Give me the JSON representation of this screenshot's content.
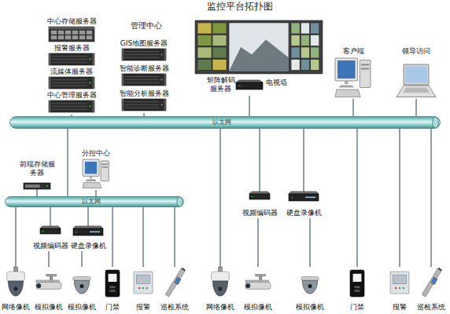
{
  "diagram": {
    "title": "监控平台拓扑图",
    "nodes": [
      {
        "text": [
          "中心存储服务器"
        ]
      },
      {
        "text": [
          "报警服务器"
        ]
      },
      {
        "text": [
          "流媒体服务器"
        ]
      },
      {
        "text": [
          "中心管理服务器"
        ]
      },
      {
        "text": [
          "GIS地图服务器"
        ]
      },
      {
        "text": [
          "智能诊断服务器"
        ]
      },
      {
        "text": [
          "智能分析服务器"
        ]
      },
      {
        "text": [
          "电视墙"
        ]
      },
      {
        "text": [
          "矩阵解码服务器"
        ]
      },
      {
        "text": [
          "客户端"
        ]
      },
      {
        "text": [
          "领导访问"
        ]
      },
      {
        "text": [
          "以太网"
        ]
      },
      {
        "text": [
          "前端存储服务器"
        ]
      },
      {
        "text": [
          "分控中心"
        ]
      },
      {
        "text": [
          "以太网"
        ]
      },
      {
        "text": [
          "视频编码器"
        ]
      },
      {
        "text": [
          "硬盘录像机"
        ]
      },
      {
        "text": [
          "视频编码器"
        ]
      },
      {
        "text": [
          "硬盘录像机"
        ]
      },
      {
        "text": [
          "网络像机"
        ]
      },
      {
        "text": [
          "模拟像机"
        ]
      },
      {
        "text": [
          "模拟像机"
        ]
      },
      {
        "text": [
          "门禁"
        ]
      },
      {
        "text": [
          "报警"
        ]
      },
      {
        "text": [
          "巡检系统"
        ]
      },
      {
        "text": [
          "网络像机"
        ]
      },
      {
        "text": [
          "模拟像机"
        ]
      },
      {
        "text": [
          "模拟像机"
        ]
      },
      {
        "text": [
          "门禁"
        ]
      },
      {
        "text": [
          "报警"
        ]
      },
      {
        "text": [
          "巡检系统"
        ]
      }
    ],
    "edges": [
      {
        "from": 3,
        "to": 11,
        "arrow": "none"
      },
      {
        "from": 6,
        "to": 11,
        "arrow": "none"
      },
      {
        "from": 8,
        "to": 11,
        "arrow": "none"
      },
      {
        "from": 9,
        "to": 11,
        "arrow": "none"
      },
      {
        "from": 10,
        "to": 11,
        "arrow": "none"
      },
      {
        "from": 11,
        "to": 14,
        "arrow": "none"
      },
      {
        "from": 12,
        "to": 14,
        "arrow": "none"
      },
      {
        "from": 13,
        "to": 14,
        "arrow": "none"
      },
      {
        "from": 14,
        "to": 19,
        "arrow": "none"
      },
      {
        "from": 14,
        "to": 15,
        "arrow": "none"
      },
      {
        "from": 14,
        "to": 16,
        "arrow": "none"
      },
      {
        "from": 15,
        "to": 20,
        "arrow": "none"
      },
      {
        "from": 16,
        "to": 21,
        "arrow": "none"
      },
      {
        "from": 14,
        "to": 22,
        "arrow": "none"
      },
      {
        "from": 14,
        "to": 23,
        "arrow": "none"
      },
      {
        "from": 14,
        "to": 24,
        "arrow": "none"
      },
      {
        "from": 11,
        "to": 25,
        "arrow": "none"
      },
      {
        "from": 11,
        "to": 17,
        "arrow": "none"
      },
      {
        "from": 11,
        "to": 18,
        "arrow": "none"
      },
      {
        "from": 17,
        "to": 26,
        "arrow": "none"
      },
      {
        "from": 18,
        "to": 27,
        "arrow": "none"
      },
      {
        "from": 11,
        "to": 28,
        "arrow": "none"
      },
      {
        "from": 11,
        "to": 29,
        "arrow": "none"
      },
      {
        "from": 11,
        "to": 30,
        "arrow": "none"
      }
    ],
    "labels": [
      "管理中心"
    ]
  }
}
